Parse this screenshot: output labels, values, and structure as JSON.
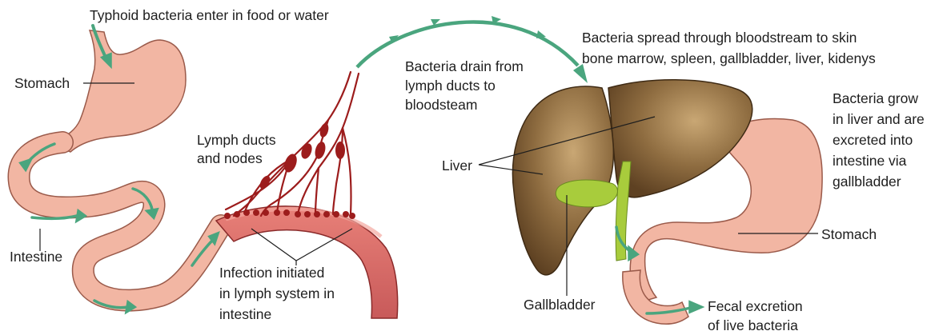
{
  "labels": {
    "entry": "Typhoid bacteria enter in food or water",
    "stomach_left": "Stomach",
    "intestine": "Intestine",
    "lymph_ducts": [
      "Lymph ducts",
      "and nodes"
    ],
    "infection": [
      "Infection initiated",
      "in lymph system in",
      "intestine"
    ],
    "drain": [
      "Bacteria drain from",
      "lymph ducts to",
      "bloodsteam"
    ],
    "spread": [
      "Bacteria spread through bloodstream to skin",
      "bone marrow, spleen, gallbladder, liver, kidenys"
    ],
    "liver": "Liver",
    "grow": [
      "Bacteria grow",
      "in liver and are",
      "excreted into",
      "intestine via",
      "gallbladder"
    ],
    "stomach_right": "Stomach",
    "gallbladder": "Gallbladder",
    "fecal": [
      "Fecal excretion",
      "of live bacteria"
    ]
  },
  "colors": {
    "organ_fill": "#f2b6a3",
    "organ_stroke": "#9a5a4a",
    "lymph": "#9c1c1c",
    "arrow": "#4aa57e",
    "liver": "#8a6a3e",
    "liver_dark": "#5a3e20",
    "gallbladder": "#a8cc3c",
    "text": "#1e1e1e"
  }
}
